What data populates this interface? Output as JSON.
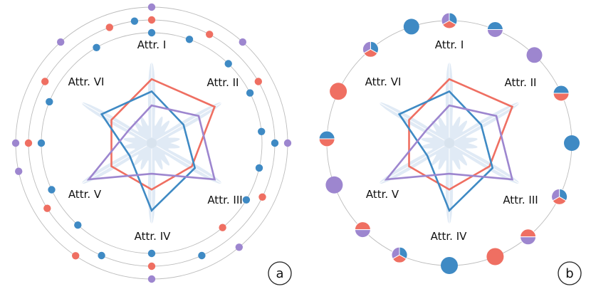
{
  "axis_labels": [
    "Attr. I",
    "Attr. II",
    "Attr. III",
    "Attr. IV",
    "Attr. V",
    "Attr. VI"
  ],
  "panel_a_label": "a",
  "panel_b_label": "b",
  "colors": {
    "red": "#ef6f62",
    "blue": "#3f8ac4",
    "purple": "#9d86cf",
    "shape_fill": "#c7d9ec",
    "ring": "#bdbdbd",
    "spoke": "#d9d9d9"
  },
  "chart_data": [
    {
      "type": "radar",
      "panel": "a",
      "axes": [
        "Attr. I",
        "Attr. II",
        "Attr. III",
        "Attr. IV",
        "Attr. V",
        "Attr. VI"
      ],
      "series": [
        {
          "color": "red",
          "values": [
            0.73,
            0.83,
            0.53,
            0.53,
            0.53,
            0.53
          ]
        },
        {
          "color": "blue",
          "values": [
            0.59,
            0.42,
            0.57,
            0.77,
            0.29,
            0.66
          ]
        },
        {
          "color": "purple",
          "values": [
            0.43,
            0.62,
            0.83,
            0.35,
            0.83,
            0.3
          ]
        }
      ],
      "outer_markers": "three rings of colored dots (red, blue, purple) around the radar"
    },
    {
      "type": "radar",
      "panel": "b",
      "axes": [
        "Attr. I",
        "Attr. II",
        "Attr. III",
        "Attr. IV",
        "Attr. V",
        "Attr. VI"
      ],
      "series": [
        {
          "color": "red",
          "values": [
            0.73,
            0.83,
            0.53,
            0.53,
            0.53,
            0.53
          ]
        },
        {
          "color": "blue",
          "values": [
            0.59,
            0.42,
            0.57,
            0.77,
            0.29,
            0.66
          ]
        },
        {
          "color": "purple",
          "values": [
            0.43,
            0.62,
            0.83,
            0.35,
            0.83,
            0.3
          ]
        }
      ],
      "outer_markers": "single ring of glyphs split into colored segments"
    }
  ]
}
